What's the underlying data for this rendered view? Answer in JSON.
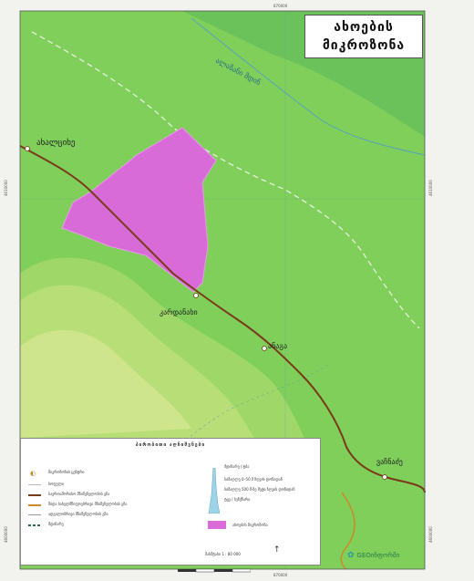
{
  "title": {
    "line1": "ახოების",
    "line2": "მიკროზონა"
  },
  "place_labels": {
    "alazani_river": "ალაზანი მდინ",
    "akhaltsikhe": "ახალციხე",
    "karajani": "კარდანახი",
    "village_mid": "ანაგა",
    "village_low": "ვაჩნაძე"
  },
  "coordinates": {
    "top": "870000",
    "bottom": "870000",
    "left_upper": "4610000",
    "right_upper": "4610000",
    "left_lower": "4600000",
    "right_lower": "4600000"
  },
  "legend": {
    "title": "პირობითი აღნიშვნები",
    "left_items": [
      "მიკროზონის ცენტრი",
      "სოფელი",
      "საერთაშორისო მნიშვნელობის გზა",
      "შიდა სახელმწიფოებრივი მნიშვნელობის გზა",
      "ადგილობრივი მნიშვნელობის გზა",
      "მდინარე"
    ],
    "right_items": [
      "მდინარე / ტბა",
      "სიმაღლე 0–50 მ ზღვის დონიდან",
      "სიმაღლე 500 მ-ზე მეტი ზღვის დონიდან",
      "ტყე / ბუჩქნარი",
      "ახოების მიკროზონა"
    ]
  },
  "scale_text": "მასშტაბი 1 : 80 000",
  "logo_text": "GEOინფორმი",
  "colors": {
    "terrain": "#7fcf5a",
    "terrain_light": "#c9e48a",
    "microzone": "#d86bd8",
    "road": "#7a3a1a",
    "road_local": "#c98a2a",
    "river": "#5aa0c0"
  }
}
